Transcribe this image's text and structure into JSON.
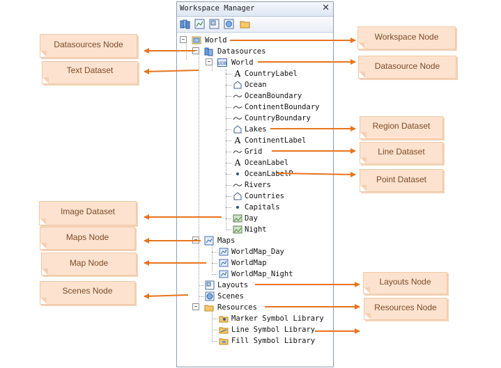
{
  "panel": {
    "title": "Workspace Manager",
    "close_glyph": "✕"
  },
  "toolbar": {
    "buttons": [
      "open-datasource-icon",
      "new-map-icon",
      "new-layout-icon",
      "new-scene-icon",
      "open-folder-icon"
    ]
  },
  "tree": {
    "workspace": "World",
    "datasources": "Datasources",
    "datasource": "World",
    "datasets": [
      "CountryLabel",
      "Ocean",
      "OceanBoundary",
      "ContinentBoundary",
      "CountryBoundary",
      "Lakes",
      "ContinentLabel",
      "Grid",
      "OceanLabel",
      "OceanLabelP",
      "Rivers",
      "Countries",
      "Capitals",
      "Day",
      "Night"
    ],
    "maps": "Maps",
    "map_items": [
      "WorldMap_Day",
      "WorldMap",
      "WorldMap_Night"
    ],
    "layouts": "Layouts",
    "scenes": "Scenes",
    "resources": "Resources",
    "resource_items": [
      "Marker Symbol Library",
      "Line Symbol Library",
      "Fill Symbol Library"
    ],
    "udb_badge": "UDB"
  },
  "callouts": {
    "workspace_node": "Workspace Node",
    "datasources_node": "Datasources Node",
    "text_dataset": "Text Dataset",
    "datasource_node": "Datasource Node",
    "region_dataset": "Region Dataset",
    "line_dataset": "Line Dataset",
    "point_dataset": "Point Dataset",
    "image_dataset": "Image Dataset",
    "maps_node": "Maps Node",
    "map_node": "Map Node",
    "scenes_node": "Scenes Node",
    "layouts_node": "Layouts Node",
    "resources_node": "Resources Node"
  },
  "colors": {
    "arrow": "#e8731c",
    "callout_bg": "#fde3cf",
    "callout_text": "#7a4a28"
  }
}
